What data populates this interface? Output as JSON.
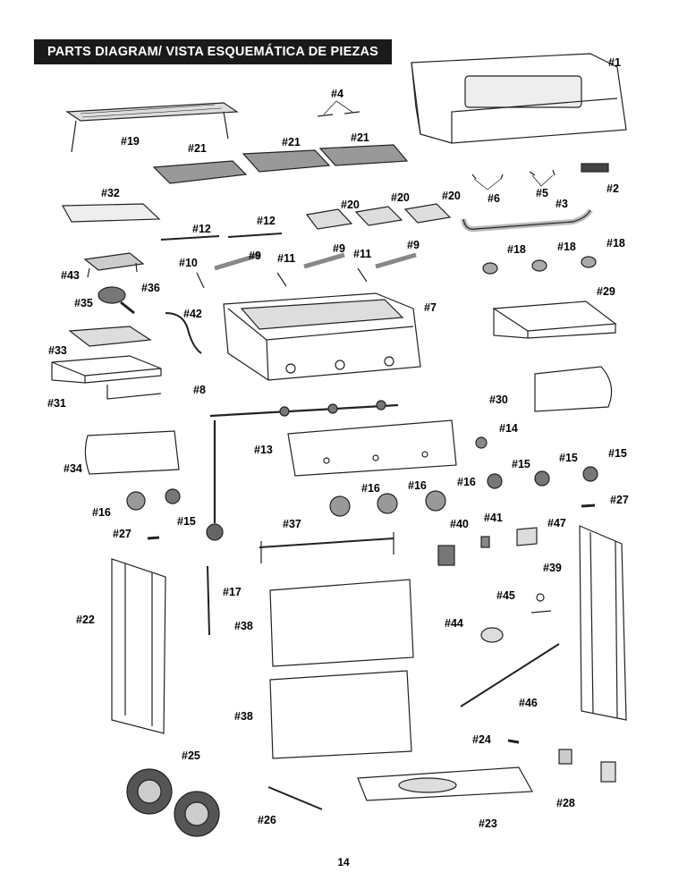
{
  "header": {
    "title": "PARTS DIAGRAM/ VISTA ESQUEMÁTICA DE PIEZAS"
  },
  "labels": {
    "p1": "#1",
    "p2": "#2",
    "p3": "#3",
    "p4": "#4",
    "p5": "#5",
    "p6": "#6",
    "p7": "#7",
    "p8": "#8",
    "p9": "#9",
    "p10": "#10",
    "p11": "#11",
    "p12": "#12",
    "p13": "#13",
    "p14": "#14",
    "p15": "#15",
    "p16": "#16",
    "p17": "#17",
    "p18": "#18",
    "p19": "#19",
    "p20": "#20",
    "p21": "#21",
    "p22": "#22",
    "p23": "#23",
    "p24": "#24",
    "p25": "#25",
    "p26": "#26",
    "p27": "#27",
    "p28": "#28",
    "p29": "#29",
    "p30": "#30",
    "p31": "#31",
    "p32": "#32",
    "p33": "#33",
    "p34": "#34",
    "p35": "#35",
    "p36": "#36",
    "p37": "#37",
    "p38": "#38",
    "p39": "#39",
    "p40": "#40",
    "p41": "#41",
    "p42": "#42",
    "p43": "#43",
    "p44": "#44",
    "p45": "#45",
    "p46": "#46",
    "p47": "#47"
  },
  "footer": {
    "page_number": "14"
  }
}
